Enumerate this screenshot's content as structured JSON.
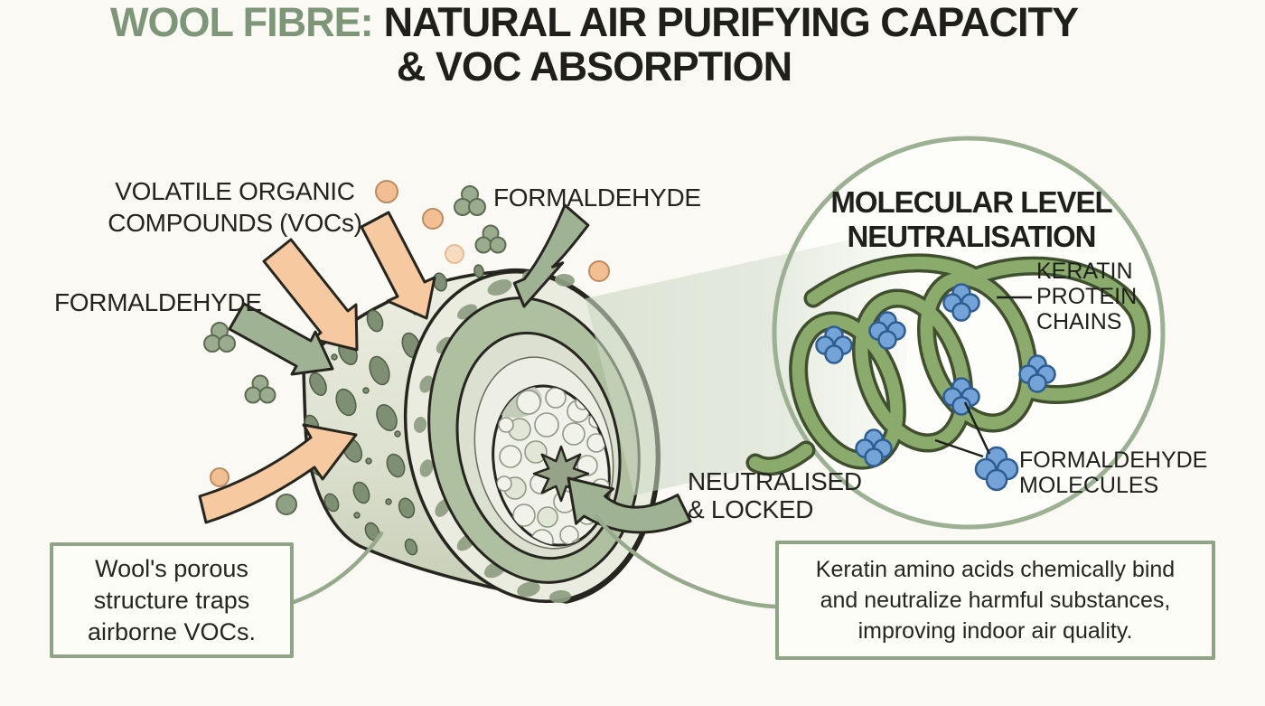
{
  "title": {
    "highlight": "WOOL FIBRE:",
    "rest": "NATURAL AIR PURIFYING CAPACITY",
    "line2": "& VOC ABSORPTION"
  },
  "labels": {
    "vocs": "VOLATILE ORGANIC\nCOMPOUNDS (VOCs)",
    "formaldehyde_left": "FORMALDEHYDE",
    "formaldehyde_top": "FORMALDEHYDE",
    "neutralised": "NEUTRALISED\n& LOCKED",
    "inset_title": "MOLECULAR LEVEL\nNEUTRALISATION",
    "keratin_chains": "KERATIN\nPROTEIN\nCHAINS",
    "formaldehyde_molecules": "FORMALDEHYDE\nMOLECULES"
  },
  "callouts": {
    "left": "Wool's porous\nstructure traps\nairborne VOCs.",
    "right": "Keratin amino acids chemically bind\nand neutralize harmful substances,\nimproving indoor air quality."
  },
  "colors": {
    "background": "#FAF9F4",
    "title_green": "#7E9678",
    "text": "#1F1F1C",
    "box_border": "#8FA487",
    "orange_arrow": "#F6C9A0",
    "green_arrow": "#9FB394",
    "fibre_body": "#E4E7DA",
    "fibre_pore": "#7E8F73",
    "face_ring_green": "#AFC0A0",
    "keratin_green": "#8AAB6C",
    "molecule_blue": "#74A3D8",
    "inset_border": "#9CB193"
  }
}
